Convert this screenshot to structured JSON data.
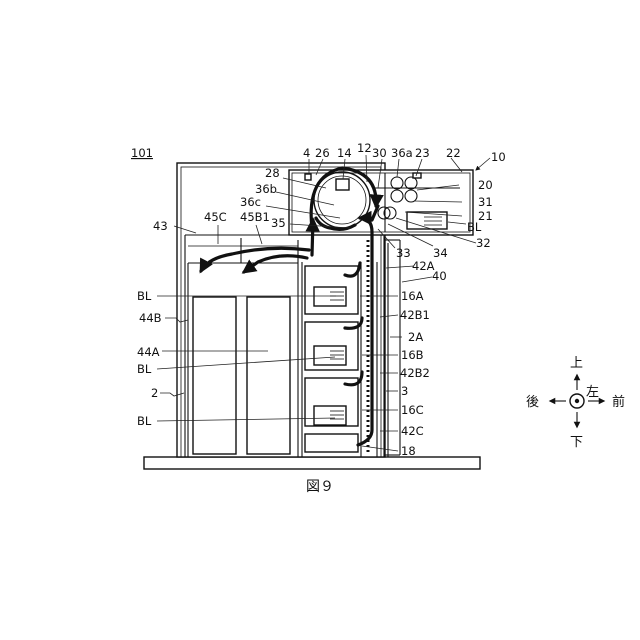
{
  "figure": {
    "caption": "図９",
    "device_ref": "101"
  },
  "labels": {
    "l4": "4",
    "l26": "26",
    "l14": "14",
    "l12": "12",
    "l30": "30",
    "l36a": "36a",
    "l23": "23",
    "l22": "22",
    "l10": "10",
    "l28": "28",
    "l20": "20",
    "l36b": "36b",
    "l31": "31",
    "l36c": "36c",
    "l21": "21",
    "l35": "35",
    "lBLtop": "BL",
    "l32": "32",
    "l33": "33",
    "l34": "34",
    "l43": "43",
    "l45C": "45C",
    "l45B1": "45B1",
    "l42A": "42A",
    "l40": "40",
    "lBL1": "BL",
    "l16A": "16A",
    "l44B": "44B",
    "l42B1": "42B1",
    "l2A": "2A",
    "l44A": "44A",
    "l16B": "16B",
    "lBL2": "BL",
    "l42B2": "42B2",
    "l2": "2",
    "l3": "3",
    "lBL3": "BL",
    "l16C": "16C",
    "l42C": "42C",
    "l18": "18"
  },
  "compass": {
    "up": "上",
    "down": "下",
    "back": "後",
    "front": "前",
    "left": "左"
  }
}
